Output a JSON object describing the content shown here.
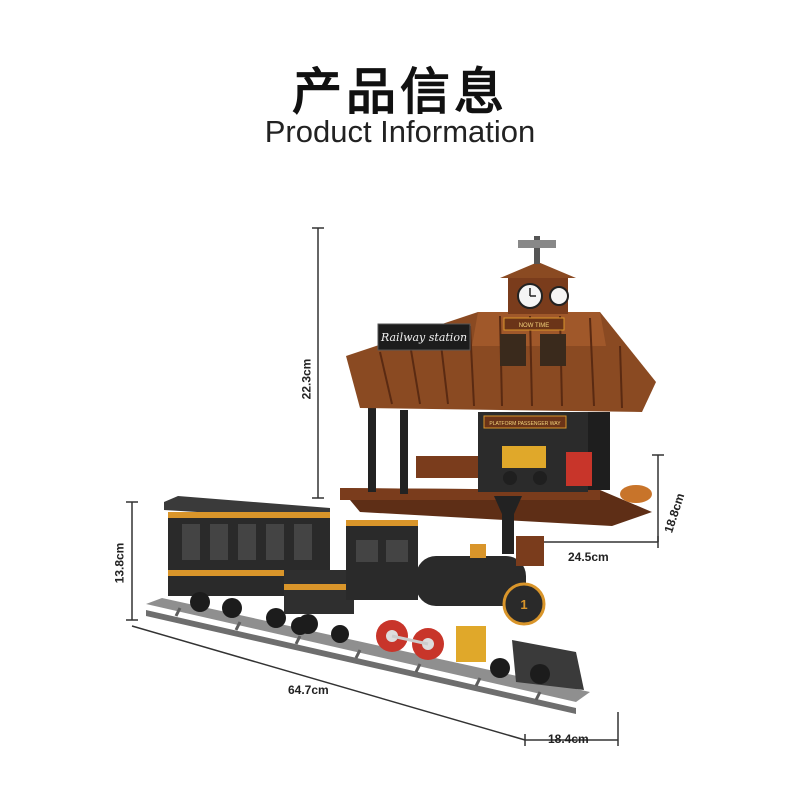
{
  "title": {
    "chinese": "产品信息",
    "english": "Product Information"
  },
  "dimensions": {
    "station_height": "22.3cm",
    "station_width": "24.5cm",
    "station_depth": "18.8cm",
    "train_height": "13.8cm",
    "train_length": "64.7cm",
    "train_depth": "18.4cm"
  },
  "station_signs": {
    "main_sign": "Railway station",
    "time_sign": "NOW TIME",
    "platform_sign": "PLATFORM PASSENGER WAY"
  },
  "locomotive_number": "1",
  "colors": {
    "roof": "#8a4a22",
    "wood": "#6b3418",
    "locomotive_body": "#2a2a2a",
    "brass_trim": "#d9952a",
    "wheels_red": "#c8352a",
    "rail": "#8f8f8f"
  }
}
